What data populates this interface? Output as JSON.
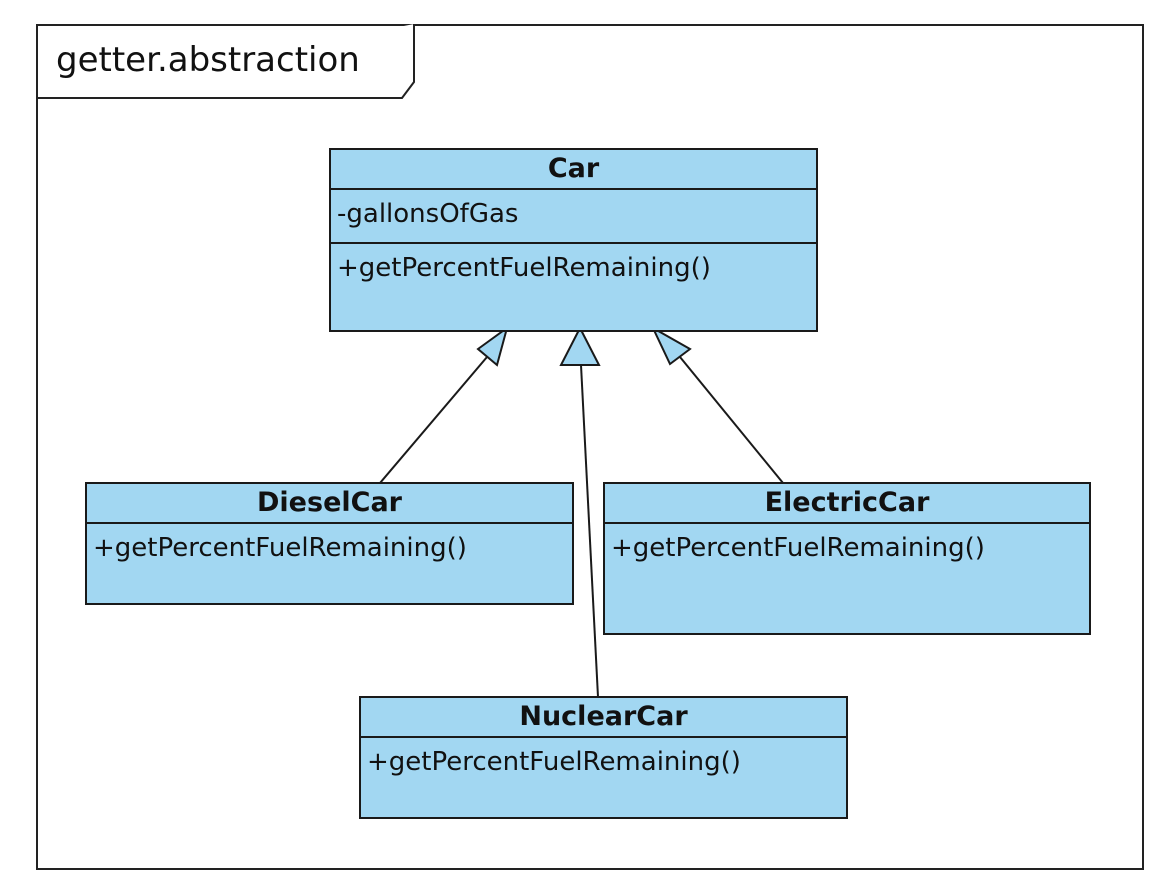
{
  "package": {
    "name": "getter.abstraction"
  },
  "colors": {
    "class_fill": "#a2d7f2",
    "stroke": "#1a1a1a"
  },
  "classes": {
    "car": {
      "name": "Car",
      "attributes": [
        "-gallonsOfGas"
      ],
      "operations": [
        "+getPercentFuelRemaining()"
      ]
    },
    "diesel": {
      "name": "DieselCar",
      "operations": [
        "+getPercentFuelRemaining()"
      ]
    },
    "electric": {
      "name": "ElectricCar",
      "operations": [
        "+getPercentFuelRemaining()"
      ]
    },
    "nuclear": {
      "name": "NuclearCar",
      "operations": [
        "+getPercentFuelRemaining()"
      ]
    }
  },
  "relations": [
    {
      "type": "generalization",
      "from": "DieselCar",
      "to": "Car"
    },
    {
      "type": "generalization",
      "from": "NuclearCar",
      "to": "Car"
    },
    {
      "type": "generalization",
      "from": "ElectricCar",
      "to": "Car"
    }
  ]
}
